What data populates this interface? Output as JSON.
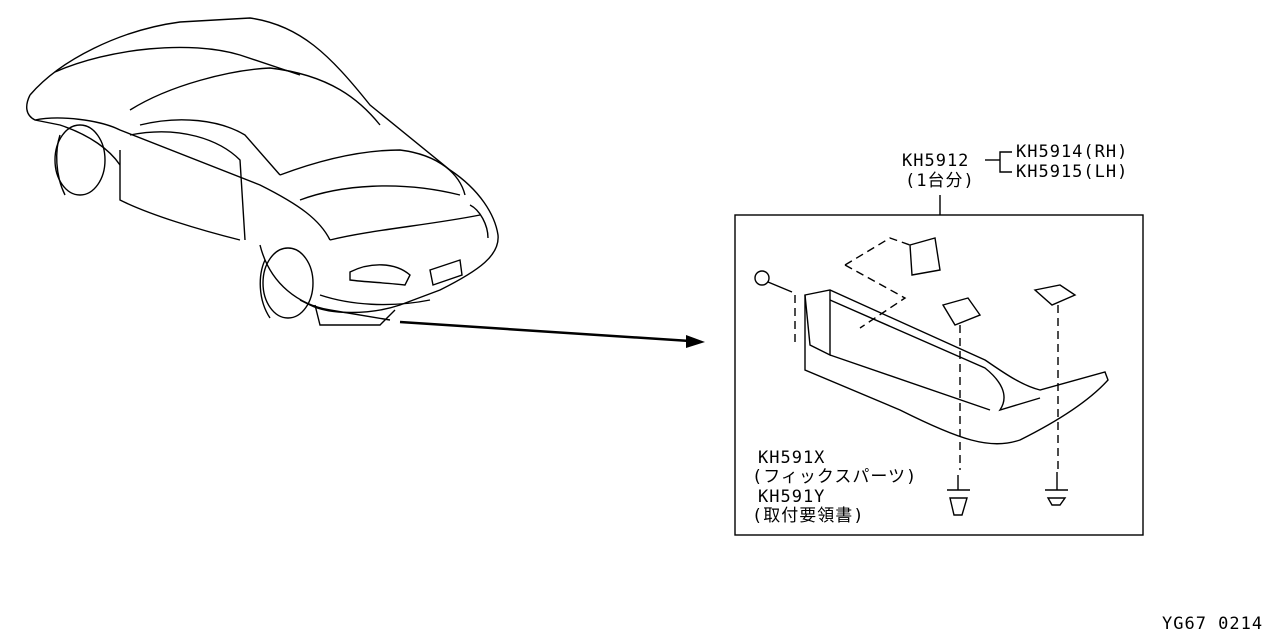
{
  "callouts": {
    "main_part": "KH5912",
    "main_qty": "(1台分)",
    "rh_part": "KH5914(RH)",
    "lh_part": "KH5915(LH)",
    "fix_part": "KH591X",
    "fix_desc": "(フィックスパーツ)",
    "manual_part": "KH591Y",
    "manual_desc": "(取付要領書)"
  },
  "figure_code": "YG67 0214"
}
